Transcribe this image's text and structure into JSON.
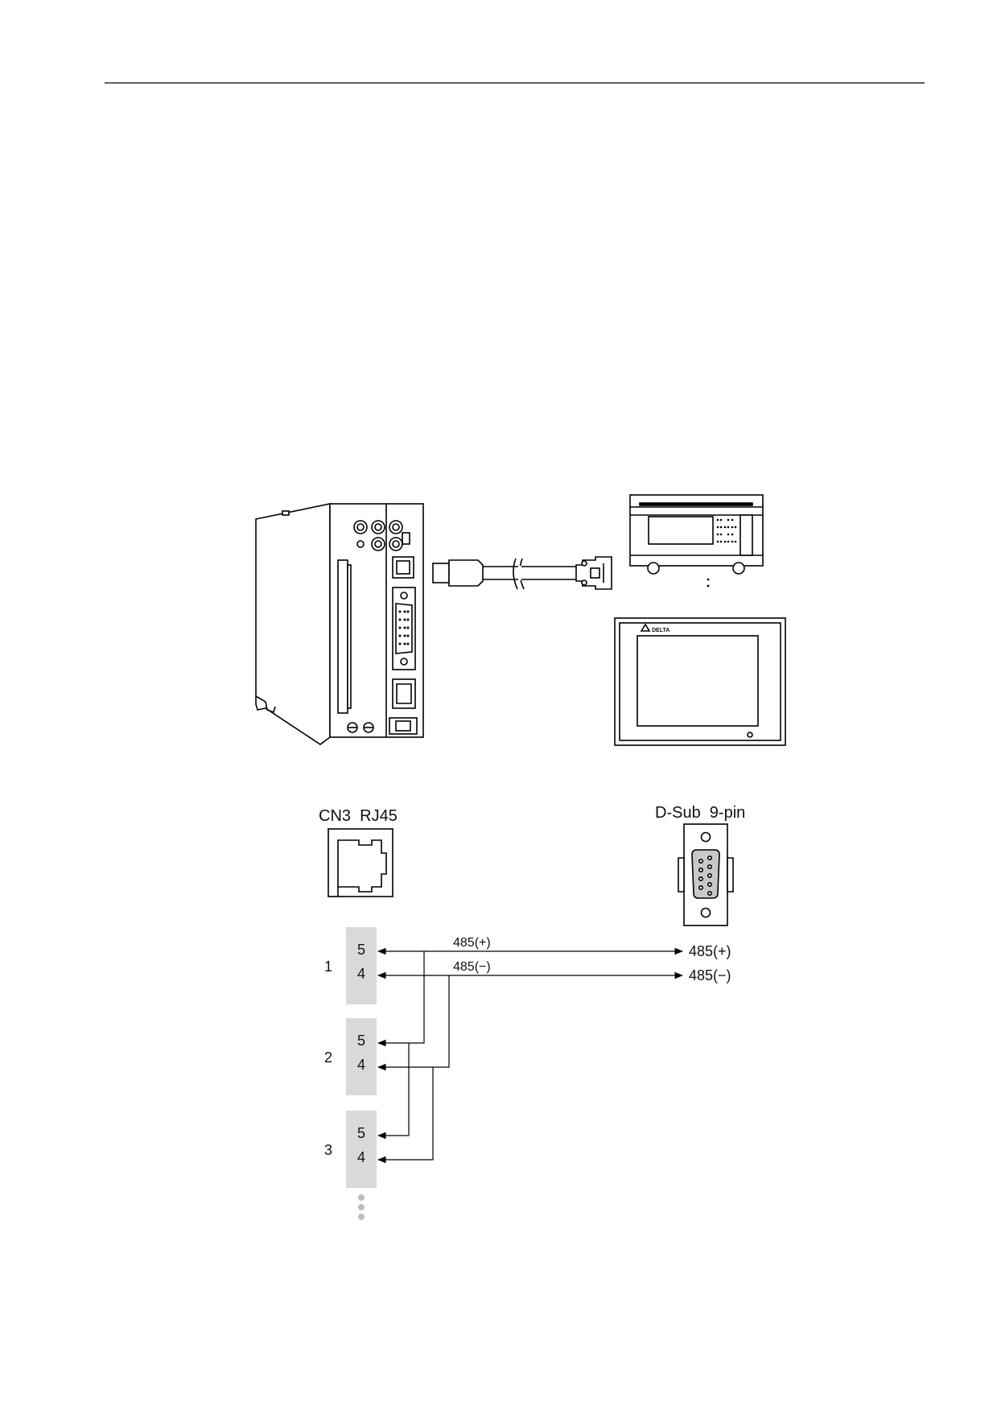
{
  "hardware": {
    "hmi_logo": "DELTA"
  },
  "wiring": {
    "left_connector_label": "CN3  RJ45",
    "right_connector_label": "D-Sub  9-pin",
    "nodes": [
      {
        "id": "1",
        "pin_plus": "5",
        "pin_minus": "4"
      },
      {
        "id": "2",
        "pin_plus": "5",
        "pin_minus": "4"
      },
      {
        "id": "3",
        "pin_plus": "5",
        "pin_minus": "4"
      }
    ],
    "line_labels": {
      "plus": "485(+)",
      "minus": "485(−)"
    },
    "dsub_signals": {
      "plus": "485(+)",
      "minus": "485(−)"
    }
  },
  "colors": {
    "node_fill": "#d9d9d9",
    "line": "#000000"
  }
}
